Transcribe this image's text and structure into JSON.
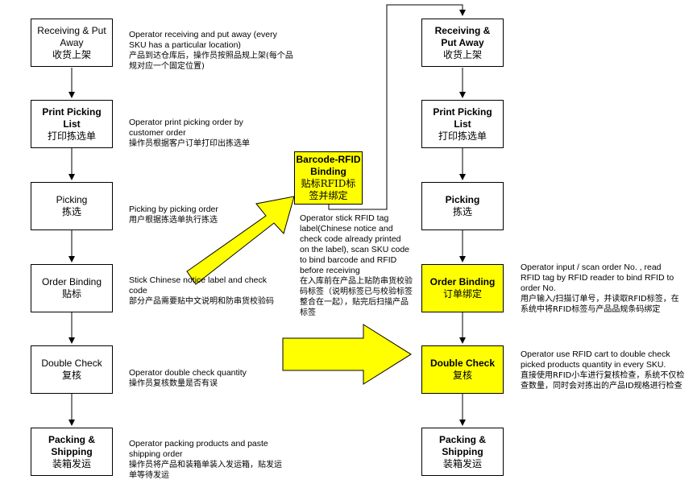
{
  "left_steps": [
    {
      "en": "Receiving & Put Away",
      "zh": "收货上架"
    },
    {
      "en": "Print Picking List",
      "zh": "打印拣选单"
    },
    {
      "en": "Picking",
      "zh": "拣选"
    },
    {
      "en": "Order Binding",
      "zh": "贴标"
    },
    {
      "en": "Double Check",
      "zh": "复核"
    },
    {
      "en": "Packing & Shipping",
      "zh": "装箱发运"
    }
  ],
  "left_notes": [
    {
      "en": "Operator receiving and put away (every SKU has a particular location)",
      "zh": "产品到达仓库后，操作员按照品规上架(每个品规对应一个固定位置)"
    },
    {
      "en": "Operator print picking order by customer order",
      "zh": "操作员根据客户订单打印出拣选单"
    },
    {
      "en": "Picking by picking order",
      "zh": "用户根据拣选单执行拣选"
    },
    {
      "en": "Stick Chinese notice label and check code",
      "zh": "部分产品需要贴中文说明和防串货校验码"
    },
    {
      "en": "Operator double check quantity",
      "zh": "操作员复核数量是否有误"
    },
    {
      "en": "Operator packing products and paste shipping order",
      "zh": "操作员将产品和装箱单装入发运箱，贴发运单等待发运"
    }
  ],
  "middle": {
    "box": {
      "en": "Barcode-RFID Binding",
      "zh": "贴标RFID标签并绑定"
    },
    "note": {
      "en": "Operator stick RFID tag label(Chinese notice and check code already printed on the label), scan SKU code to bind barcode and RFID before receiving",
      "zh": "在入库前在产品上贴防串货校验码标签（说明标签已与校验标签整合在一起），贴完后扫描产品标签"
    }
  },
  "right_steps": [
    {
      "en": "Receiving & Put Away",
      "zh": "收货上架"
    },
    {
      "en": "Print Picking List",
      "zh": "打印拣选单"
    },
    {
      "en": "Picking",
      "zh": "拣选"
    },
    {
      "en": "Order Binding",
      "zh": "订单绑定"
    },
    {
      "en": "Double Check",
      "zh": "复核"
    },
    {
      "en": "Packing & Shipping",
      "zh": "装箱发运"
    }
  ],
  "right_notes": [
    {
      "en": "Operator input / scan order No. , read RFID tag by RFID reader to bind RFID to order No.",
      "zh": "用户输入/扫描订单号，并读取RFID标签，在系统中将RFID标签与产品品规条码绑定"
    },
    {
      "en": "Operator use RFID cart to double check picked products quantity in every SKU.",
      "zh": "直接使用RFID小车进行复核检查，系统不仅检查数量，同时会对拣出的产品ID规格进行检查"
    }
  ],
  "colors": {
    "highlight": "#ffff00",
    "border": "#000000"
  }
}
